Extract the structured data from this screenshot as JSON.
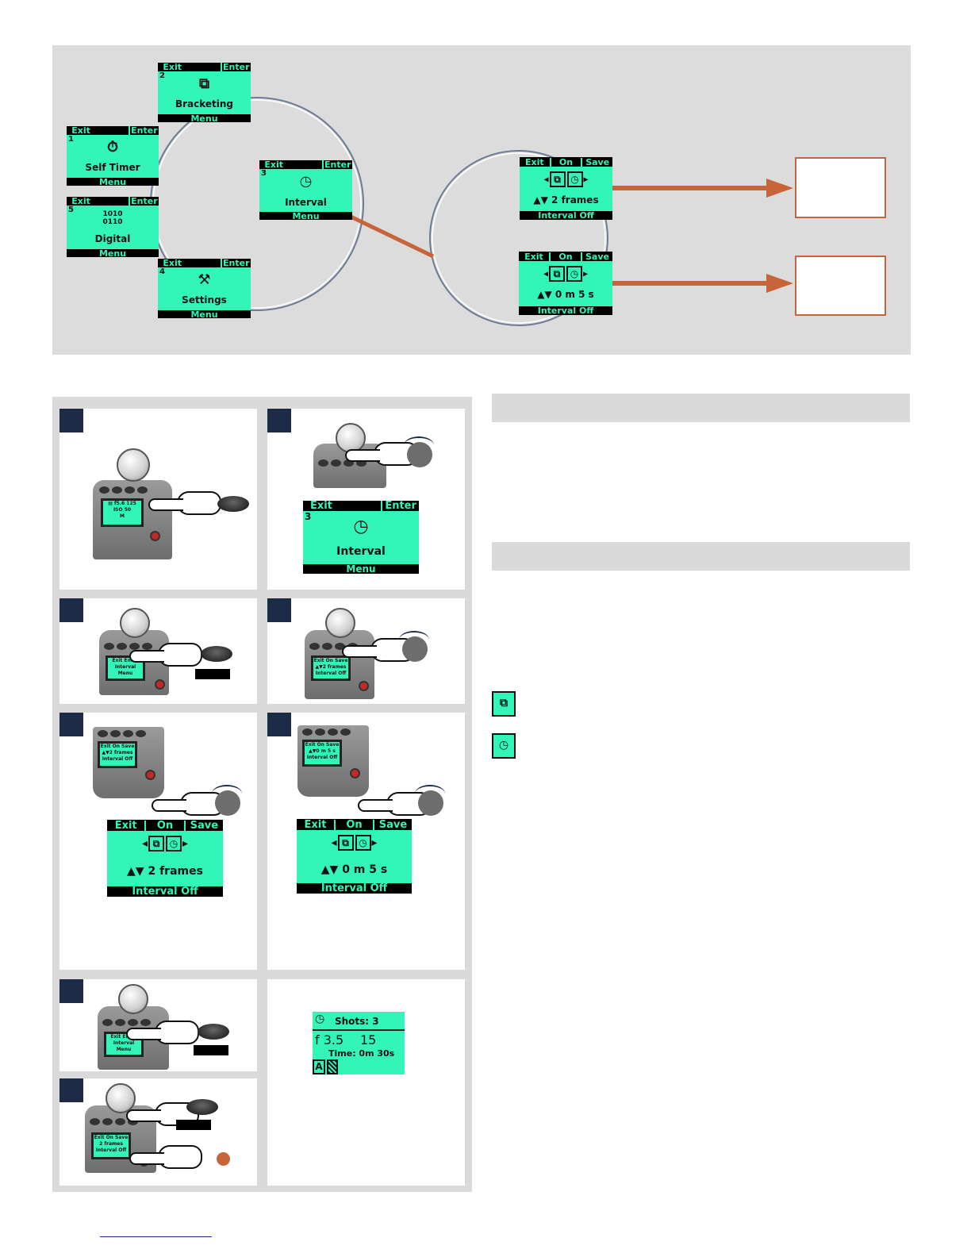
{
  "menu_screens": [
    {
      "id": "self-timer",
      "num": "1",
      "exit": "Exit",
      "enter": "Enter",
      "label": "Self Timer",
      "bottom": "Menu",
      "icon": "⏱"
    },
    {
      "id": "bracketing",
      "num": "2",
      "exit": "Exit",
      "enter": "Enter",
      "label": "Bracketing",
      "bottom": "Menu",
      "icon": "⧉"
    },
    {
      "id": "interval",
      "num": "3",
      "exit": "Exit",
      "enter": "Enter",
      "label": "Interval",
      "bottom": "Menu",
      "icon": "◷"
    },
    {
      "id": "settings",
      "num": "4",
      "exit": "Exit",
      "enter": "Enter",
      "label": "Settings",
      "bottom": "Menu",
      "icon": "⚒"
    },
    {
      "id": "digital",
      "num": "5",
      "exit": "Exit",
      "enter": "Enter",
      "label": "Digital",
      "bottom": "Menu",
      "icon": "1010\n0110"
    }
  ],
  "interval_screens": {
    "frames": {
      "exit": "Exit",
      "on": "On",
      "save": "Save",
      "value": "▲▼ 2 frames",
      "bottom": "Interval Off"
    },
    "time": {
      "exit": "Exit",
      "on": "On",
      "save": "Save",
      "value": "▲▼ 0 m 5 s",
      "bottom": "Interval Off"
    }
  },
  "step_screens": {
    "s1_mini": {
      "line1": "▤ f5.6 125",
      "line2": "ISO 50",
      "line3": "M"
    },
    "s2_interval": {
      "num": "3",
      "exit": "Exit",
      "enter": "Enter",
      "label": "Interval",
      "bottom": "Menu"
    },
    "s3_mini": {
      "line1": "Exit Enter",
      "line2": "Interval",
      "line3": "Menu"
    },
    "s4_mini": {
      "line1": "Exit On Save",
      "line2": "▲▼2 frames",
      "line3": "Interval Off"
    },
    "s5_mini": {
      "line1": "Exit On Save",
      "line2": "▲▼2 frames",
      "line3": "Interval Off"
    },
    "s6_mini": {
      "line1": "Exit On Save",
      "line2": "▲▼0 m 5 s",
      "line3": "Interval Off"
    },
    "s7_mini": {
      "line1": "Exit Enter",
      "line2": "Interval",
      "line3": "Menu"
    },
    "s8_mini": {
      "line1": "Exit On Save",
      "line2": "2 frames",
      "line3": "Interval Off"
    },
    "result": {
      "shots": "Shots: 3",
      "aperture": "f 3.5",
      "shutter": "15",
      "time": "Time: 0m 30s",
      "mode": "A"
    }
  },
  "colors": {
    "lcd": "#33f5b8",
    "accent": "#c8643a",
    "badge": "#1d2b46"
  }
}
